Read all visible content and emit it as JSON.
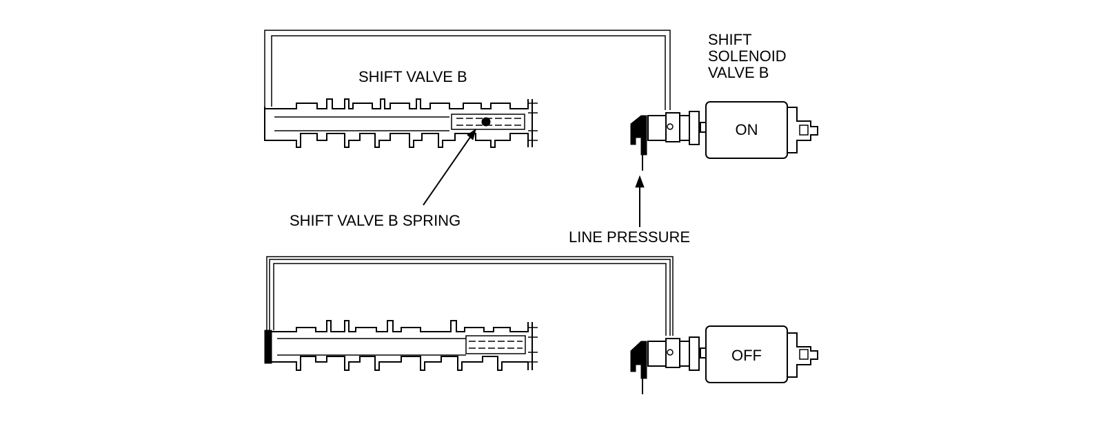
{
  "labels": {
    "shift_valve_b": "SHIFT VALVE B",
    "shift_valve_b_spring": "SHIFT VALVE B SPRING",
    "solenoid_line1": "SHIFT",
    "solenoid_line2": "SOLENOID",
    "solenoid_line3": "VALVE B",
    "line_pressure": "LINE PRESSURE"
  },
  "states": {
    "top": "ON",
    "bottom": "OFF"
  }
}
